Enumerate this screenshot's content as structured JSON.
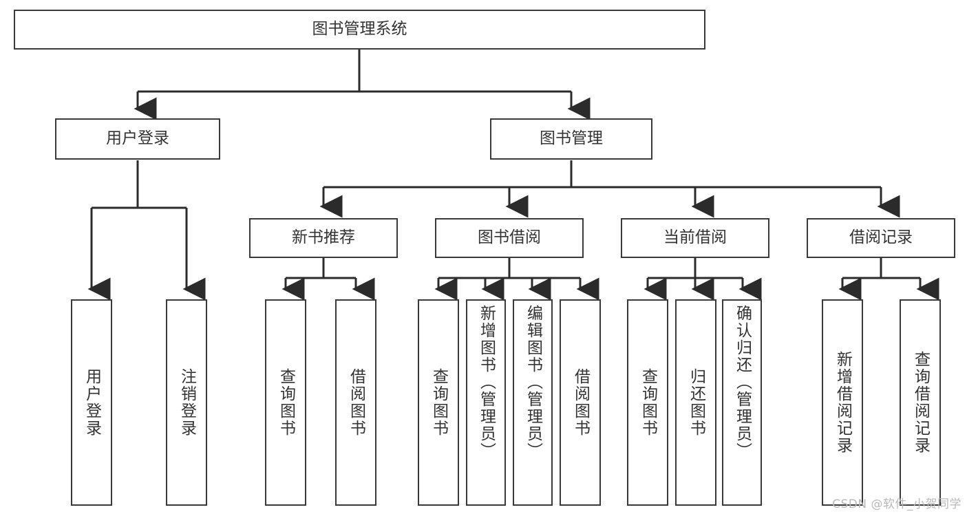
{
  "diagram": {
    "type": "tree-hierarchy",
    "title": "图书管理系统",
    "watermark": "CSDN @软件_小贺同学",
    "colors": {
      "border": "#3a3a3a",
      "text": "#333333",
      "background": "#ffffff",
      "edge": "#2b2b2b",
      "watermark": "#b9b9b9"
    },
    "nodes": {
      "root": {
        "label": "图书管理系统",
        "orientation": "horizontal"
      },
      "level2": [
        {
          "label": "用户登录",
          "orientation": "horizontal"
        },
        {
          "label": "图书管理",
          "orientation": "horizontal"
        }
      ],
      "level3": [
        {
          "label": "新书推荐",
          "orientation": "horizontal"
        },
        {
          "label": "图书借阅",
          "orientation": "horizontal"
        },
        {
          "label": "当前借阅",
          "orientation": "horizontal"
        },
        {
          "label": "借阅记录",
          "orientation": "horizontal"
        }
      ],
      "leaves_user_login": [
        {
          "label": "用户登录",
          "orientation": "vertical"
        },
        {
          "label": "注销登录",
          "orientation": "vertical"
        }
      ],
      "leaves_new_book": [
        {
          "label": "查询图书",
          "orientation": "vertical"
        },
        {
          "label": "借阅图书",
          "orientation": "vertical"
        }
      ],
      "leaves_borrow": [
        {
          "label": "查询图书",
          "orientation": "vertical"
        },
        {
          "label": "新增图书（管理员）",
          "orientation": "vertical"
        },
        {
          "label": "编辑图书（管理员）",
          "orientation": "vertical"
        },
        {
          "label": "借阅图书",
          "orientation": "vertical"
        }
      ],
      "leaves_current": [
        {
          "label": "查询图书",
          "orientation": "vertical"
        },
        {
          "label": "归还图书",
          "orientation": "vertical"
        },
        {
          "label": "确认归还（管理员）",
          "orientation": "vertical"
        }
      ],
      "leaves_records": [
        {
          "label": "新增借阅记录",
          "orientation": "vertical"
        },
        {
          "label": "查询借阅记录",
          "orientation": "vertical"
        }
      ]
    }
  }
}
